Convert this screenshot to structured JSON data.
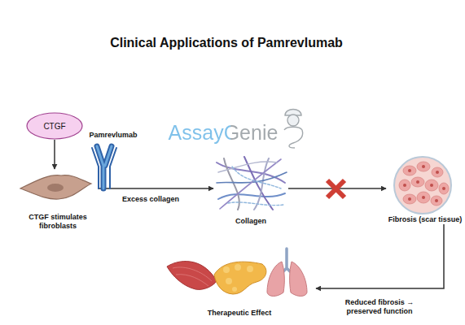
{
  "diagram": {
    "title": "Clinical Applications of Pamrevlumab",
    "nodes": [
      {
        "text": [
          "CTGF"
        ]
      },
      {
        "text": [
          "CTGF stimulates fibroblasts"
        ]
      },
      {
        "text": [
          "Collagen"
        ]
      },
      {
        "text": [
          "Fibrosis (scar tissue)"
        ]
      },
      {
        "text": [
          "Therapeutic Effect"
        ]
      }
    ],
    "edges": [
      {
        "from": 0,
        "to": 1,
        "arrow": "to"
      },
      {
        "from": 1,
        "to": 2,
        "arrow": "to",
        "label": "Excess collagen"
      },
      {
        "from": 2,
        "to": 3,
        "arrow": "to"
      },
      {
        "from": 3,
        "to": 4,
        "arrow": "to",
        "label": "Reduced fibrosis → preserved function"
      }
    ],
    "labels": [
      "Pamrevlumab",
      "AssayGenie"
    ]
  }
}
